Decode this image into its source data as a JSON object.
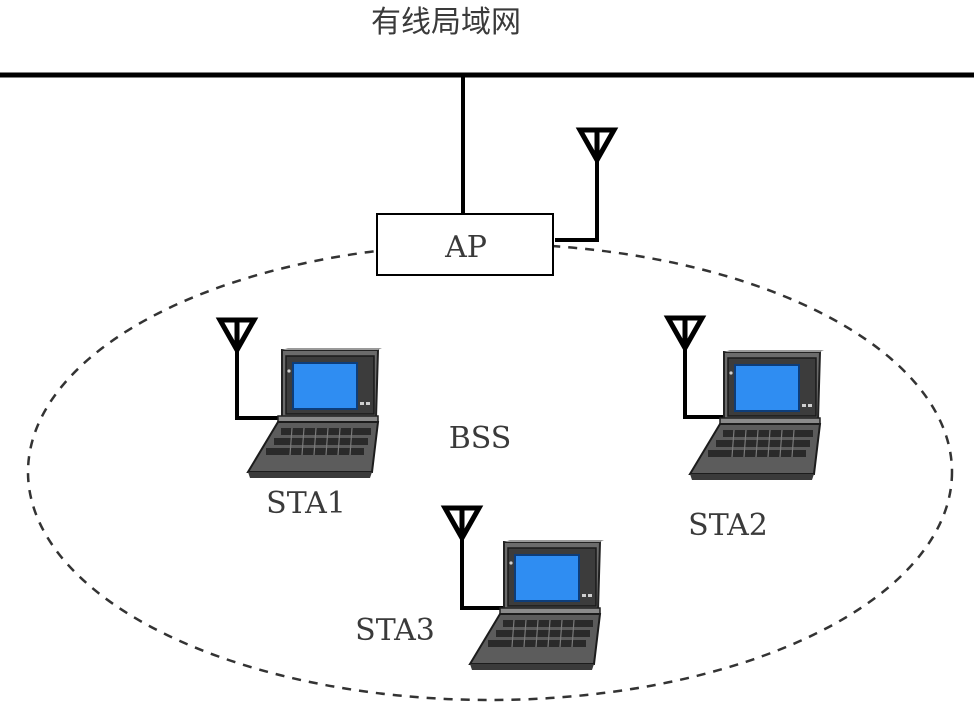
{
  "title": "有线局域网",
  "access_point": {
    "label": "AP"
  },
  "bss": {
    "label": "BSS"
  },
  "stations": [
    {
      "label": "STA1"
    },
    {
      "label": "STA2"
    },
    {
      "label": "STA3"
    }
  ],
  "colors": {
    "line": "#000000",
    "screen": "#2f8df2",
    "laptop_body": "#6a6a6a",
    "laptop_dark": "#2b2b2b",
    "text": "#3a3a3a"
  },
  "icons": {
    "antenna": "antenna-icon",
    "laptop": "laptop-icon"
  }
}
